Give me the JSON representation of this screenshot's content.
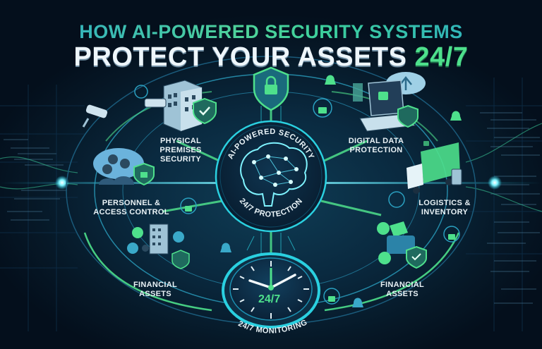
{
  "title": {
    "line1": "HOW AI-POWERED SECURITY SYSTEMS",
    "line2": "PROTECT YOUR ASSETS",
    "line2_accent": "24/7"
  },
  "center": {
    "top_arc": "AI-POWERED SECURITY",
    "bottom_arc": "24/7 PROTECTION",
    "icon": "brain-network-icon"
  },
  "nodes": [
    {
      "id": "physical",
      "label_line1": "PHYSICAL PREMISES",
      "label_line2": "SECURITY",
      "icons": [
        "building-icon",
        "security-camera-icon",
        "shield-check-icon"
      ]
    },
    {
      "id": "digital",
      "label_line1": "DIGITAL DATA",
      "label_line2": "PROTECTION",
      "icons": [
        "laptop-lock-icon",
        "cloud-upload-icon",
        "shield-lock-icon"
      ]
    },
    {
      "id": "personnel",
      "label_line1": "PERSONNEL &",
      "label_line2": "ACCESS CONTROL",
      "icons": [
        "people-cloud-icon",
        "shield-lock-icon"
      ]
    },
    {
      "id": "logistics",
      "label_line1": "LOGISTICS &",
      "label_line2": "INVENTORY",
      "icons": [
        "truck-icon",
        "tracker-device-icon"
      ]
    },
    {
      "id": "financial_left",
      "label_line1": "FINANCIAL",
      "label_line2": "ASSETS",
      "icons": [
        "bank-building-icon",
        "coin-icon",
        "person-icon",
        "shield-lock-icon"
      ]
    },
    {
      "id": "financial_right",
      "label_line1": "FINANCIAL",
      "label_line2": "ASSETS",
      "icons": [
        "wallet-cash-icon",
        "coin-icon",
        "shield-check-icon"
      ]
    }
  ],
  "clock": {
    "center_text": "24/7",
    "label": "24/7 MONITORING"
  },
  "colors": {
    "background": "#07182a",
    "accent_green": "#4ee08c",
    "accent_cyan": "#2ad0e0",
    "glow": "#38e6c8",
    "text": "#eef6fb"
  }
}
